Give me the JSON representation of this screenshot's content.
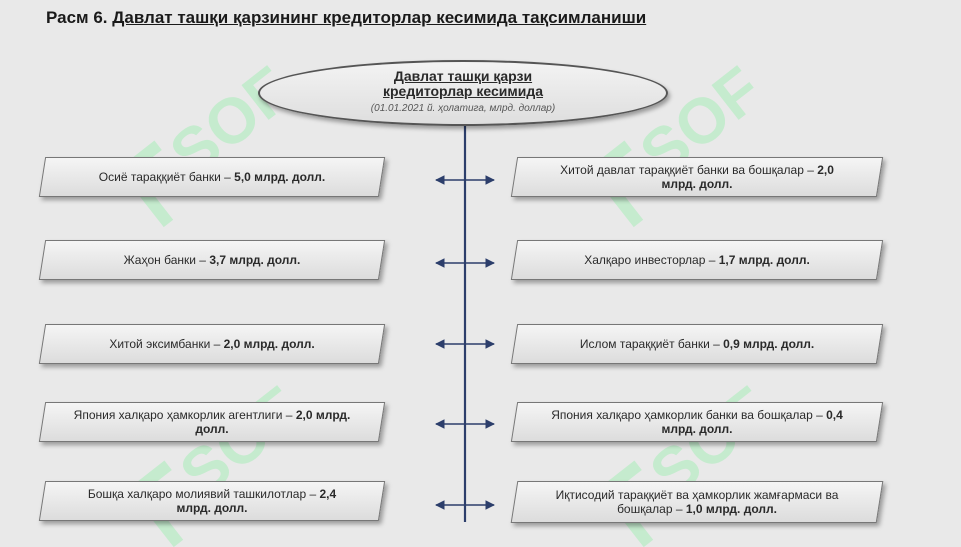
{
  "caption": {
    "prefix": "Расм 6.",
    "title": "Давлат ташқи қарзининг кредиторлар кесимида тақсимланиши"
  },
  "central": {
    "line1": "Давлат ташқи қарзи",
    "line2": "кредиторлар кесимида",
    "subtitle": "(01.01.2021 й. ҳолатига, млрд. доллар)"
  },
  "left": [
    {
      "name": "Осиё тараққиёт банки –",
      "amount": "5,0 млрд. долл."
    },
    {
      "name": "Жаҳон банки –",
      "amount": "3,7 млрд. долл."
    },
    {
      "name": "Хитой эксимбанки –",
      "amount": "2,0 млрд. долл."
    },
    {
      "name": "Япония халқаро ҳамкорлик агентлиги –",
      "amount": "2,0 млрд. долл."
    },
    {
      "name": "Бошқа халқаро молиявий ташкилотлар –",
      "amount": "2,4 млрд. долл."
    }
  ],
  "right": [
    {
      "name": "Хитой давлат тараққиёт банки ва бошқалар –",
      "amount": "2,0 млрд. долл."
    },
    {
      "name": "Халқаро инвесторлар –",
      "amount": "1,7 млрд. долл."
    },
    {
      "name": "Ислом тараққиёт банки –",
      "amount": "0,9 млрд. долл."
    },
    {
      "name": "Япония халқаро ҳамкорлик банки ва бошқалар –",
      "amount": "0,4 млрд. долл."
    },
    {
      "name": "Иқтисодий тараққиёт ва ҳамкорлик жамғармаси ва бошқалар –",
      "amount": "1,0 млрд. долл."
    }
  ],
  "watermark": {
    "text": "SOF"
  }
}
